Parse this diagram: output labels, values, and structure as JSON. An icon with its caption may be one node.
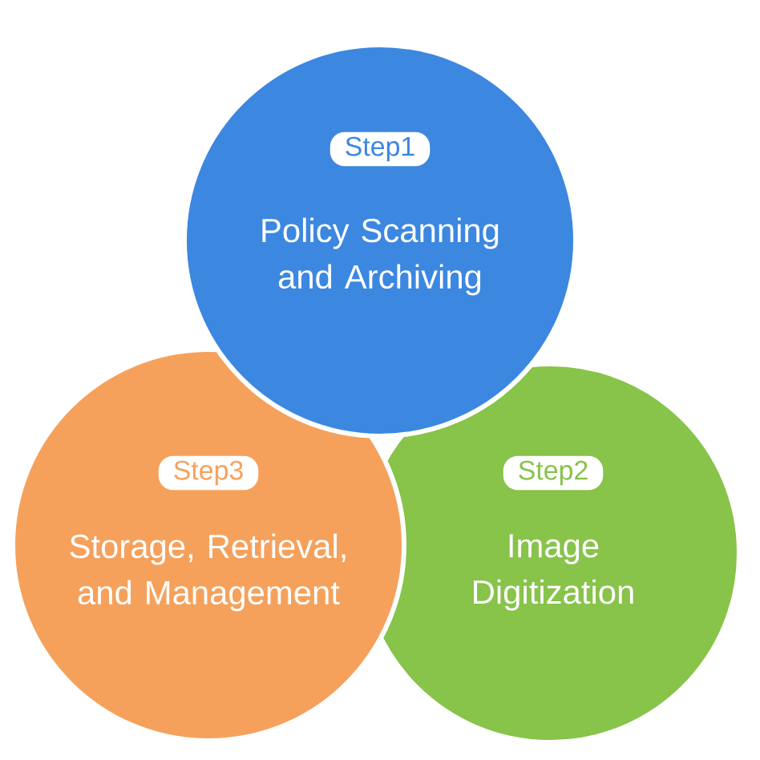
{
  "diagram": {
    "nodes": [
      {
        "text": [
          "Step1",
          "Policy Scanning and Archiving"
        ]
      },
      {
        "text": [
          "Step2",
          "Image Digitization"
        ]
      },
      {
        "text": [
          "Step3",
          "Storage, Retrieval, and Management"
        ]
      }
    ]
  }
}
